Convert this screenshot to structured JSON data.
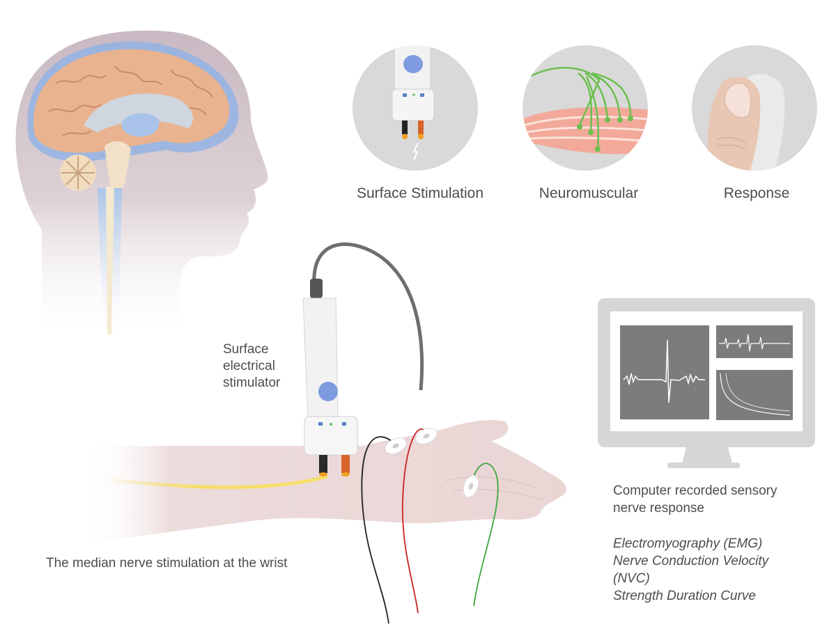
{
  "steps": [
    {
      "label": "Surface Stimulation"
    },
    {
      "label": "Neuromuscular"
    },
    {
      "label": "Response"
    }
  ],
  "stimulator_label": [
    "Surface",
    "electrical",
    "stimulator"
  ],
  "median_nerve_label": "The median nerve stimulation at the wrist",
  "computer_label": [
    "Computer recorded sensory",
    "nerve response"
  ],
  "methods": [
    "Electromyography (EMG)",
    "Nerve Conduction Velocity",
    "(NVC)",
    "Strength Duration Curve"
  ],
  "colors": {
    "circle_bg": "#d9d9d9",
    "brain": "#e9b38f",
    "skin": "#e9d3d2",
    "nerve": "#f3e27a",
    "muscle": "#f2a99a",
    "nerve_fiber": "#6bbf4e",
    "button": "#7e9be0",
    "monitor": "#d6d6d6",
    "screen": "#7c7c7c"
  }
}
